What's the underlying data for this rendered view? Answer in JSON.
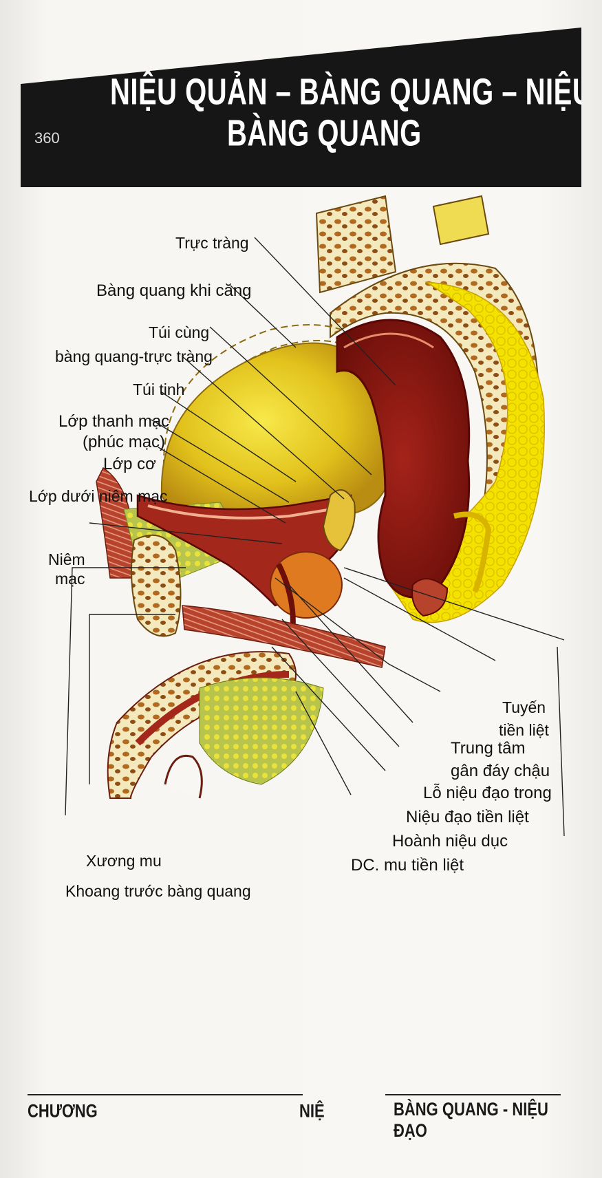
{
  "header": {
    "page_number": "360",
    "title_line1": "NIỆU QUẢN – BÀNG QUANG –  NIỆU ĐẠO:",
    "title_line2": "BÀNG QUANG"
  },
  "labels": {
    "truc_trang": "Trực tràng",
    "bang_quang_khi_cang": "Bàng quang khi căng",
    "tui_cung_1": "Túi cùng",
    "tui_cung_2": "bàng quang-trực tràng",
    "tui_tinh": "Túi tinh",
    "lop_thanh_mac_1": "Lớp thanh mạc",
    "lop_thanh_mac_2": "(phúc mạc)",
    "lop_co": "Lớp cơ",
    "lop_duoi_niem_mac": "Lớp dưới niêm mạc",
    "niem_mac_1": "Niêm",
    "niem_mac_2": "mạc",
    "tuyen_tien_liet_1": "Tuyến",
    "tuyen_tien_liet_2": "tiền liệt",
    "trung_tam_1": "Trung tâm",
    "trung_tam_2": "gân đáy chậu",
    "lo_nieu_dao_trong": "Lỗ niệu đạo trong",
    "nieu_dao_tien_liet": "Niệu đạo tiền liệt",
    "hoanh_nieu_duc": "Hoành niệu dục",
    "dc_mu_tien_liet": "DC. mu tiền liệt",
    "xuong_mu": "Xương mu",
    "khoang_truoc_bang_quang": "Khoang trước bàng quang"
  },
  "footer": {
    "left": "CHƯƠNG",
    "middle": "NIỆ",
    "right": "BÀNG QUANG - NIỆU ĐẠO"
  },
  "colors": {
    "banner": "#161616",
    "bladder": "#d9b21a",
    "rectum": "#8e1a12",
    "fat": "#f2e200",
    "bone": "#f3e7b5"
  }
}
